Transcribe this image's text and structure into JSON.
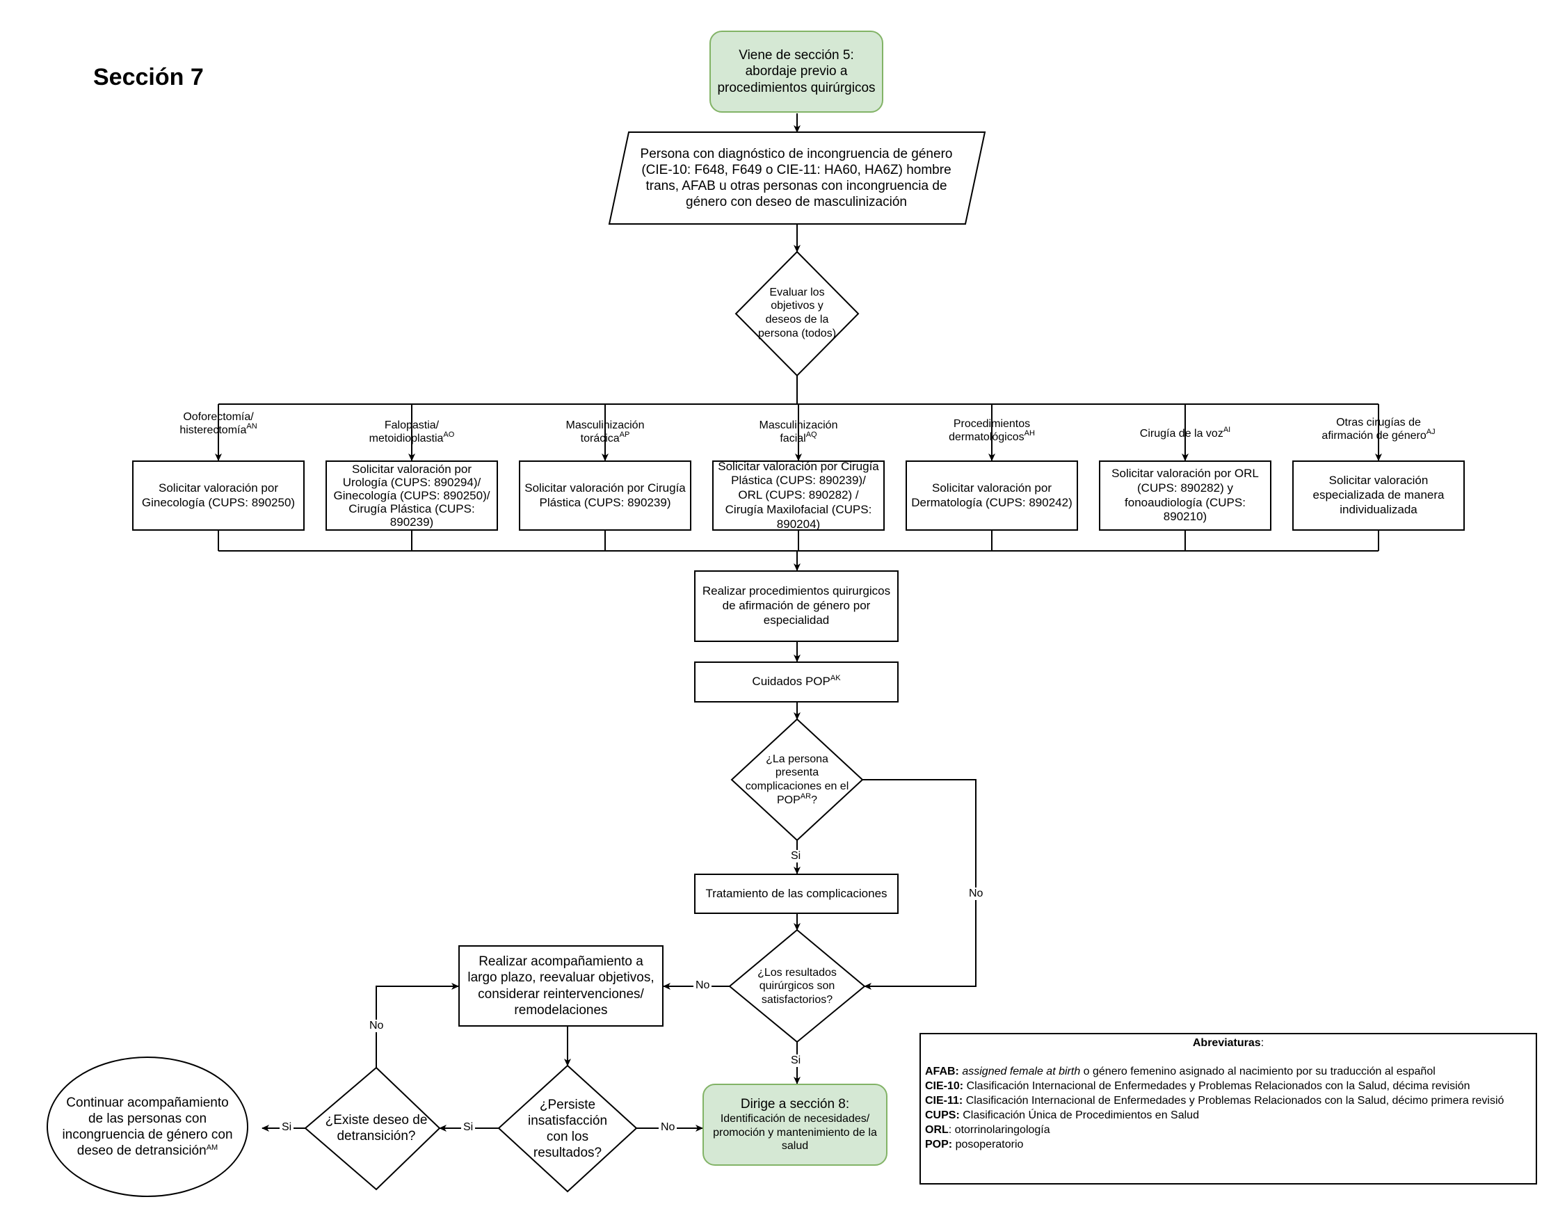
{
  "section_title": "Sección 7",
  "nodes": {
    "from_section5": "Viene de sección 5: abordaje previo a procedimientos quirúrgicos",
    "persona": "Persona con diagnóstico de incongruencia de género (CIE-10: F648, F649 o CIE-11: HA60, HA6Z) hombre trans, AFAB u otras personas con incongruencia de género con deseo de masculinización",
    "evaluar": "Evaluar los objetivos y deseos de la persona (todos)",
    "realizar": "Realizar procedimientos quirurgicos de afirmación de género por especialidad",
    "cuidados": "Cuidados POP",
    "cuidados_sup": "AK",
    "complicaciones": "¿La persona presenta complicaciones en el POP",
    "complicaciones_sup": "AR",
    "complicaciones_end": "?",
    "tratamiento": "Tratamiento de las complicaciones",
    "resultados": "¿Los resultados quirúrgicos son satisfactorios?",
    "acompanamiento": "Realizar acompañamiento a largo plazo, reevaluar objetivos, considerar reintervenciones/ remodelaciones",
    "persiste": "¿Persiste insatisfacción con los resultados?",
    "detransicion": "¿Existe deseo de detransición?",
    "continuar": "Continuar acompañamiento de las personas con incongruencia de género con deseo de detransición",
    "continuar_sup": "AM",
    "section8_title": "Dirige a sección 8:",
    "section8_body": "Identificación de necesidades/ promoción y mantenimiento de la salud"
  },
  "branches": [
    {
      "label": "Ooforectomía/ histerectomía",
      "sup": "AN",
      "box": "Solicitar valoración por Ginecología (CUPS: 890250)"
    },
    {
      "label": "Falopastia/ metoidioplastia",
      "sup": "AO",
      "box": "Solicitar valoración por Urología (CUPS: 890294)/ Ginecología (CUPS: 890250)/ Cirugía Plástica (CUPS: 890239)"
    },
    {
      "label": "Masculinización torácica",
      "sup": "AP",
      "box": "Solicitar valoración por Cirugía Plástica (CUPS: 890239)"
    },
    {
      "label": "Masculinización facial",
      "sup": "AQ",
      "box": "Solicitar valoración por Cirugía Plástica (CUPS: 890239)/ ORL (CUPS: 890282) / Cirugía Maxilofacial (CUPS: 890204)"
    },
    {
      "label": "Procedimientos dermatológicos",
      "sup": "AH",
      "box": "Solicitar valoración por Dermatología (CUPS: 890242)"
    },
    {
      "label": "Cirugía de la voz",
      "sup": "AI",
      "box": "Solicitar valoración por ORL (CUPS: 890282) y fonoaudiología (CUPS: 890210)"
    },
    {
      "label": "Otras cirugías de afirmación de género",
      "sup": "AJ",
      "box": "Solicitar valoración especializada de manera individualizada"
    }
  ],
  "edge_labels": {
    "si_complicaciones": "Si",
    "no_complicaciones": "No",
    "no_resultados": "No",
    "si_resultados": "Si",
    "no_persiste": "No",
    "si_persiste": "Si",
    "no_detransicion": "No",
    "si_detransicion": "Si"
  },
  "abbreviations": {
    "heading": "Abreviaturas",
    "heading_suffix": ":",
    "items": [
      {
        "term": "AFAB:",
        "italic": "assigned female at birth",
        "definition": " o género femenino asignado al nacimiento por su traducción al español"
      },
      {
        "term": "CIE-10:",
        "definition": " Clasificación Internacional de Enfermedades y Problemas Relacionados con la Salud, décima revisión"
      },
      {
        "term": "CIE-11:",
        "definition": " Clasificación Internacional de Enfermedades y Problemas Relacionados con la Salud, décimo primera revisió"
      },
      {
        "term": "CUPS:",
        "definition": " Clasificación Única de Procedimientos en Salud"
      },
      {
        "term": "ORL",
        "definition": ": otorrinolaringología"
      },
      {
        "term": "POP:",
        "definition": " posoperatorio"
      }
    ]
  },
  "colors": {
    "green_fill": "#d5e8d4",
    "green_border": "#82b366",
    "line": "#000000"
  }
}
